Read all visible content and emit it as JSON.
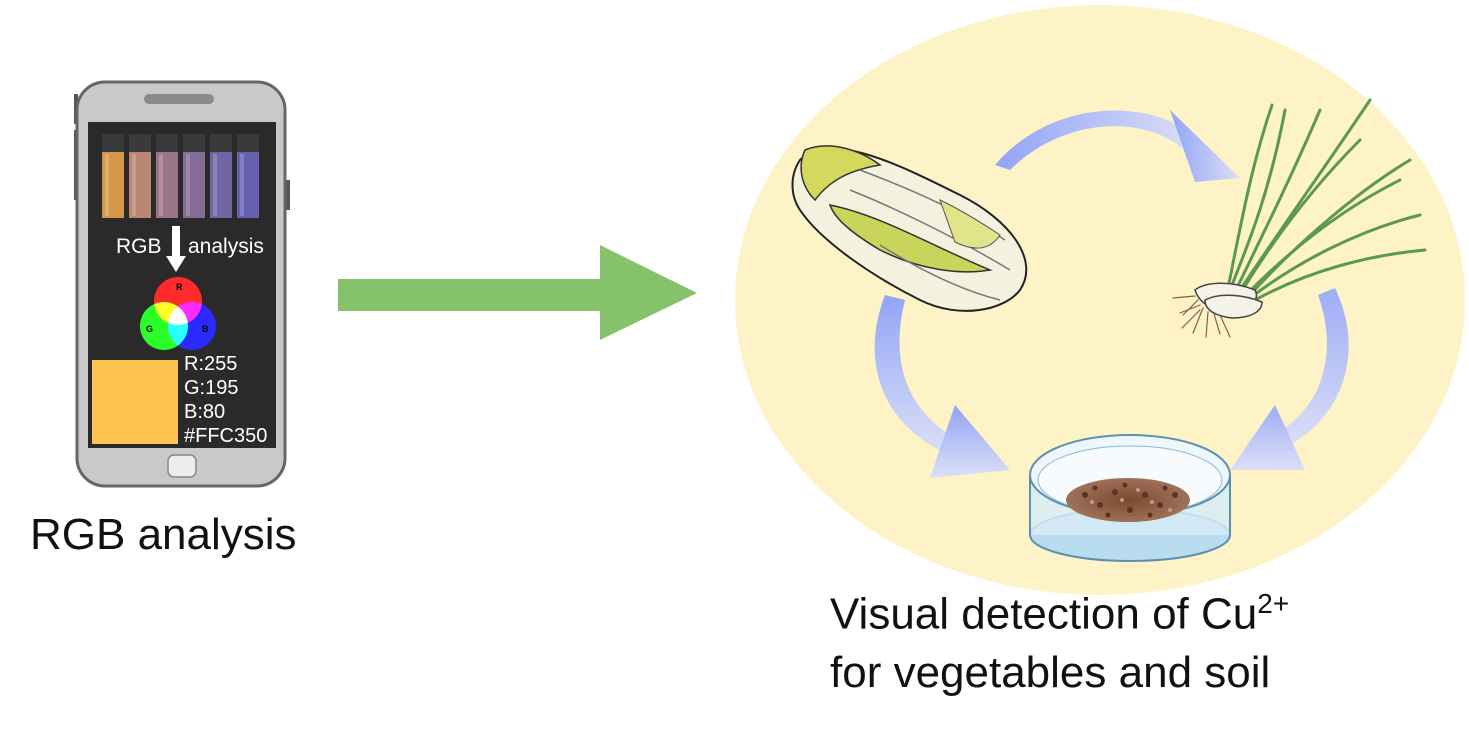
{
  "phone": {
    "label_left": "RGB",
    "label_right": "analysis",
    "wheel_labels": {
      "r": "R",
      "g": "G",
      "b": "B"
    },
    "swatch_color": "#FFC350",
    "values": {
      "r": "R:255",
      "g": "G:195",
      "b": "B:80",
      "hex": "#FFC350"
    },
    "vial_colors": [
      "#e8a24c",
      "#c9917a",
      "#a77d92",
      "#8f73a3",
      "#7a6cb0",
      "#6d66c0"
    ]
  },
  "left_caption": "RGB analysis",
  "right_caption": {
    "line1_main": "Visual detection of Cu",
    "line1_sup": "2+",
    "line2": "for vegetables and soil"
  },
  "colors": {
    "arrow_green": "#86c26b",
    "ellipse_fill": "#fdf3c7",
    "cycle_arrow": "#a9b9ff"
  },
  "icons": [
    "smartphone-icon",
    "chinese-cabbage-icon",
    "green-onion-icon",
    "petri-dish-soil-icon"
  ]
}
